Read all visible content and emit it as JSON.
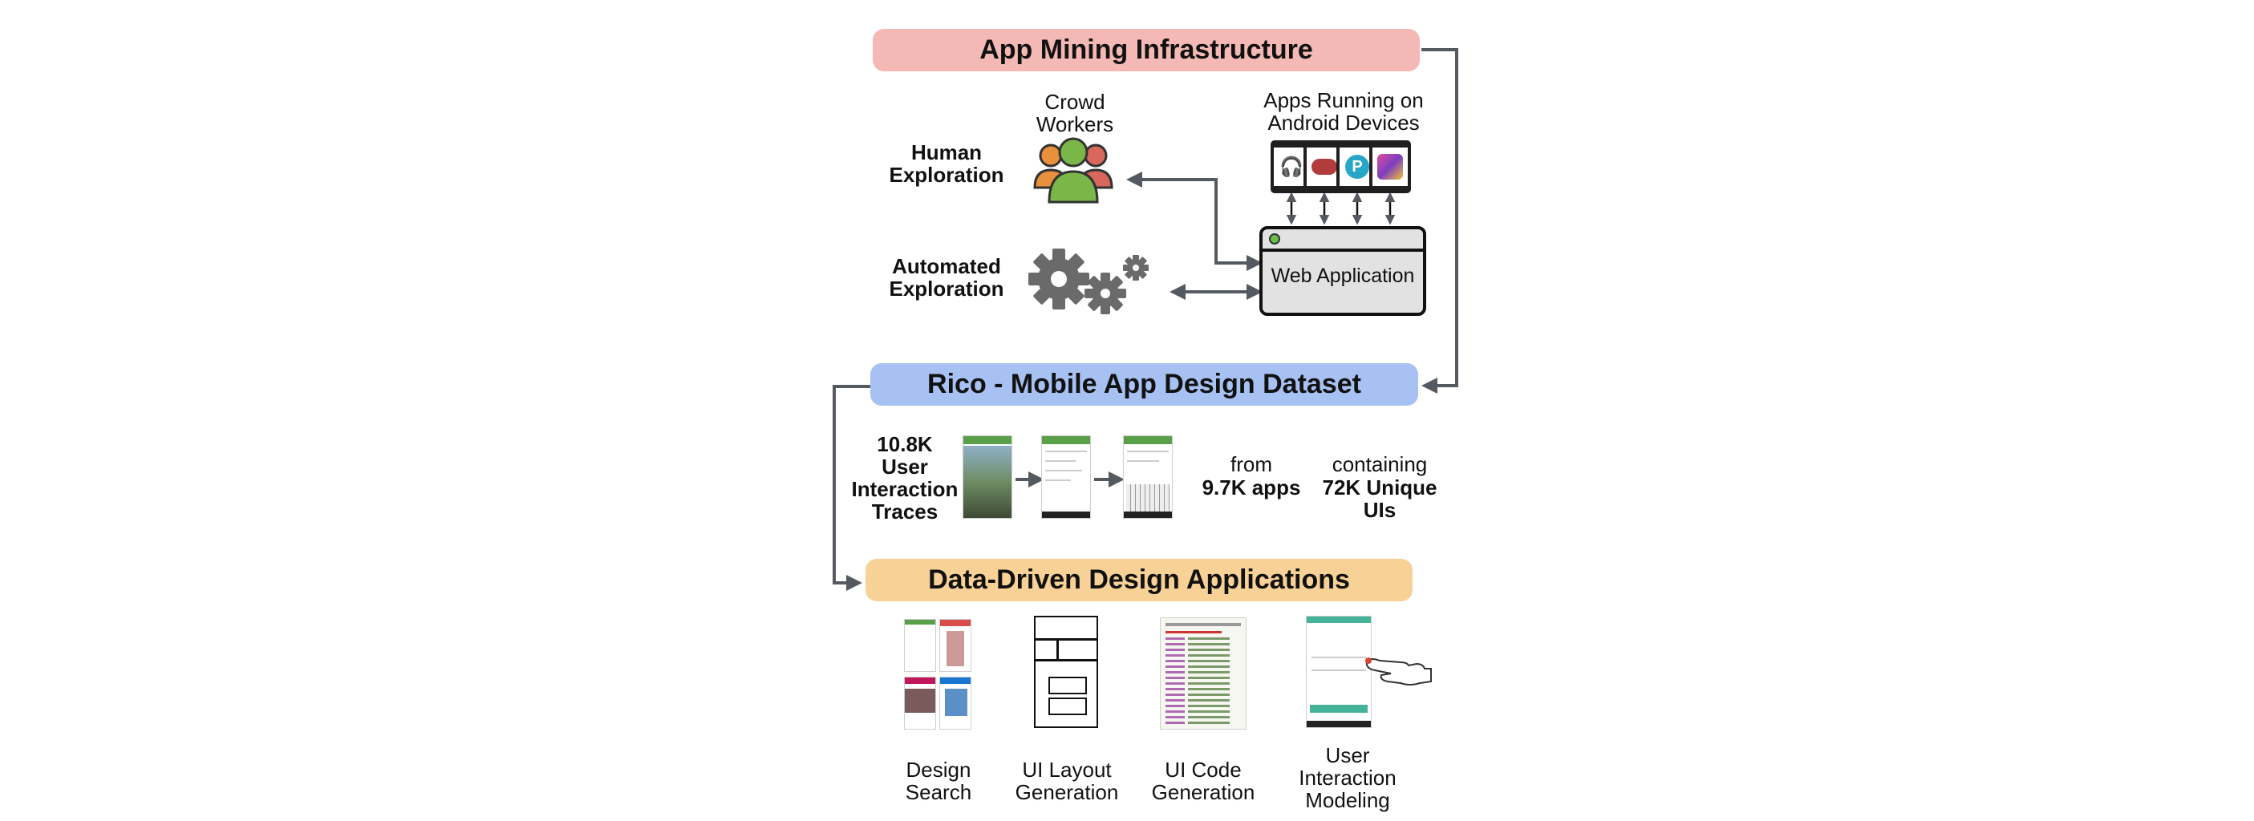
{
  "banners": {
    "infrastructure": {
      "text": "App Mining Infrastructure",
      "color": "#f4b9b5"
    },
    "dataset": {
      "text": "Rico - Mobile App Design Dataset",
      "color": "#a7c1f3"
    },
    "applications": {
      "text": "Data-Driven Design Applications",
      "color": "#f8d196"
    }
  },
  "exploration": {
    "human": "Human\nExploration",
    "automated": "Automated\nExploration",
    "crowd_workers": "Crowd\nWorkers",
    "apps_running": "Apps Running on\nAndroid Devices",
    "web_application": "Web Application"
  },
  "dataset_stats": {
    "traces": "10.8K\nUser\nInteraction\nTraces",
    "from": "from",
    "apps": "9.7K apps",
    "containing": "containing",
    "unique_uis": "72K Unique\nUIs"
  },
  "applications": [
    {
      "label": "Design\nSearch"
    },
    {
      "label": "UI Layout\nGeneration"
    },
    {
      "label": "UI Code\nGeneration"
    },
    {
      "label": "User\nInteraction\nModeling"
    }
  ],
  "colors": {
    "arrow": "#555a60",
    "person_orange": "#e8903c",
    "person_green": "#7ab648",
    "person_red": "#d9675d",
    "gear": "#6a6a6a",
    "window_fill": "#e2e2e2",
    "window_dot": "#6cc04a"
  },
  "icons": [
    "people-icon",
    "gear-icon",
    "phone-icon",
    "browser-window-icon",
    "hand-icon"
  ]
}
